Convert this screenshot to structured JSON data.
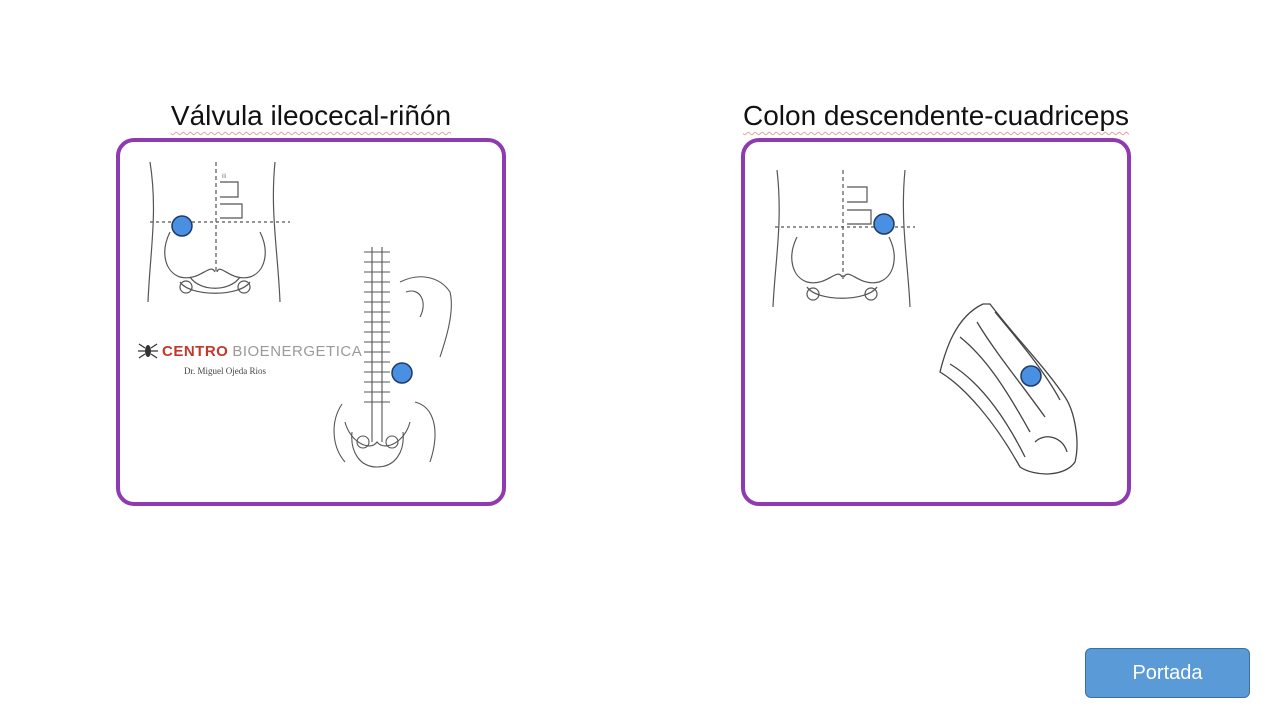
{
  "slide": {
    "panels": [
      {
        "title": "Válvula ileocecal-riñón",
        "logo": {
          "brand_strong": "CENTRO",
          "brand_light": "BIOENERGETICA",
          "author": "Dr. Miguel Ojeda Rios"
        }
      },
      {
        "title": "Colon descendente-cuadriceps"
      }
    ],
    "navigation": {
      "portada_label": "Portada"
    }
  },
  "colors": {
    "frame_border": "#8e3ab3",
    "marker_fill": "#4a90e2",
    "button_fill": "#5a9ad6"
  }
}
